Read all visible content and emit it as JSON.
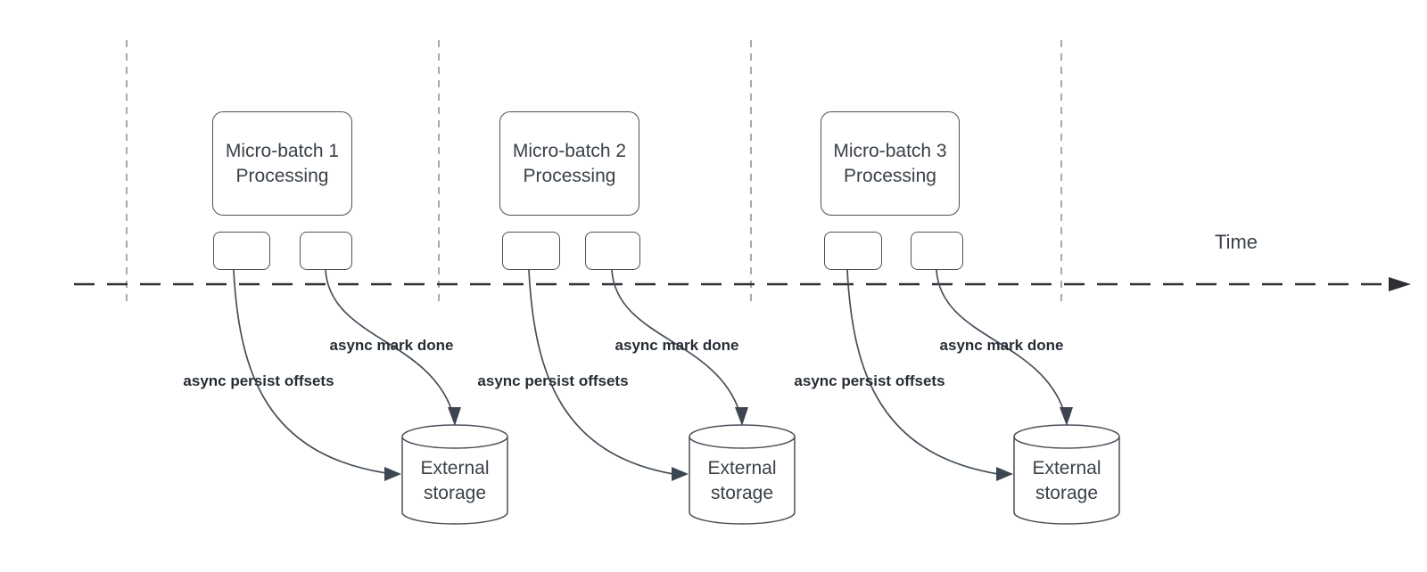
{
  "diagram": {
    "time_axis_label": "Time",
    "groups": [
      {
        "box_title": "Micro-batch 1",
        "box_subtitle": "Processing",
        "persist_label": "async persist offsets",
        "done_label": "async mark done",
        "storage_title": "External",
        "storage_subtitle": "storage"
      },
      {
        "box_title": "Micro-batch 2",
        "box_subtitle": "Processing",
        "persist_label": "async persist offsets",
        "done_label": "async mark done",
        "storage_title": "External",
        "storage_subtitle": "storage"
      },
      {
        "box_title": "Micro-batch 3",
        "box_subtitle": "Processing",
        "persist_label": "async persist offsets",
        "done_label": "async mark done",
        "storage_title": "External",
        "storage_subtitle": "storage"
      }
    ],
    "colors": {
      "shape_stroke": "#4a515a",
      "box_text": "#3a4149",
      "label_text": "#262d36",
      "axis_line": "#2d2f33",
      "lane_divider": "#a9a9a9",
      "arrow_stroke": "#454f59",
      "arrow_fill": "#3d4650",
      "background": "#ffffff"
    }
  }
}
